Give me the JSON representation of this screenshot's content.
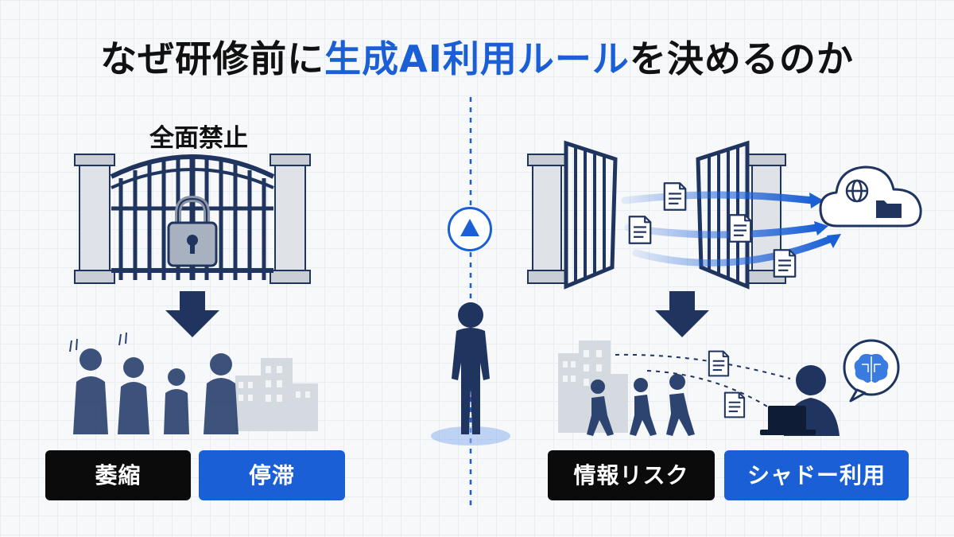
{
  "title": {
    "prefix": "なぜ研修前に",
    "highlight": "生成AI利用ルール",
    "suffix": "を決めるのか"
  },
  "left": {
    "label": "全面禁止",
    "tags": [
      "萎縮",
      "停滞"
    ]
  },
  "right": {
    "tags": [
      "情報リスク",
      "シャドー利用"
    ]
  },
  "icons": {
    "lock": "padlock-icon",
    "arrow": "down-arrow-icon",
    "center": "triangle-up-icon",
    "cloud": "cloud-icon",
    "globe": "globe-icon",
    "folder": "folder-icon",
    "document": "document-icon",
    "brain": "ai-brain-icon"
  },
  "colors": {
    "accent": "#1a5fd6",
    "navy": "#1f3560",
    "dark": "#0b0b0b"
  }
}
